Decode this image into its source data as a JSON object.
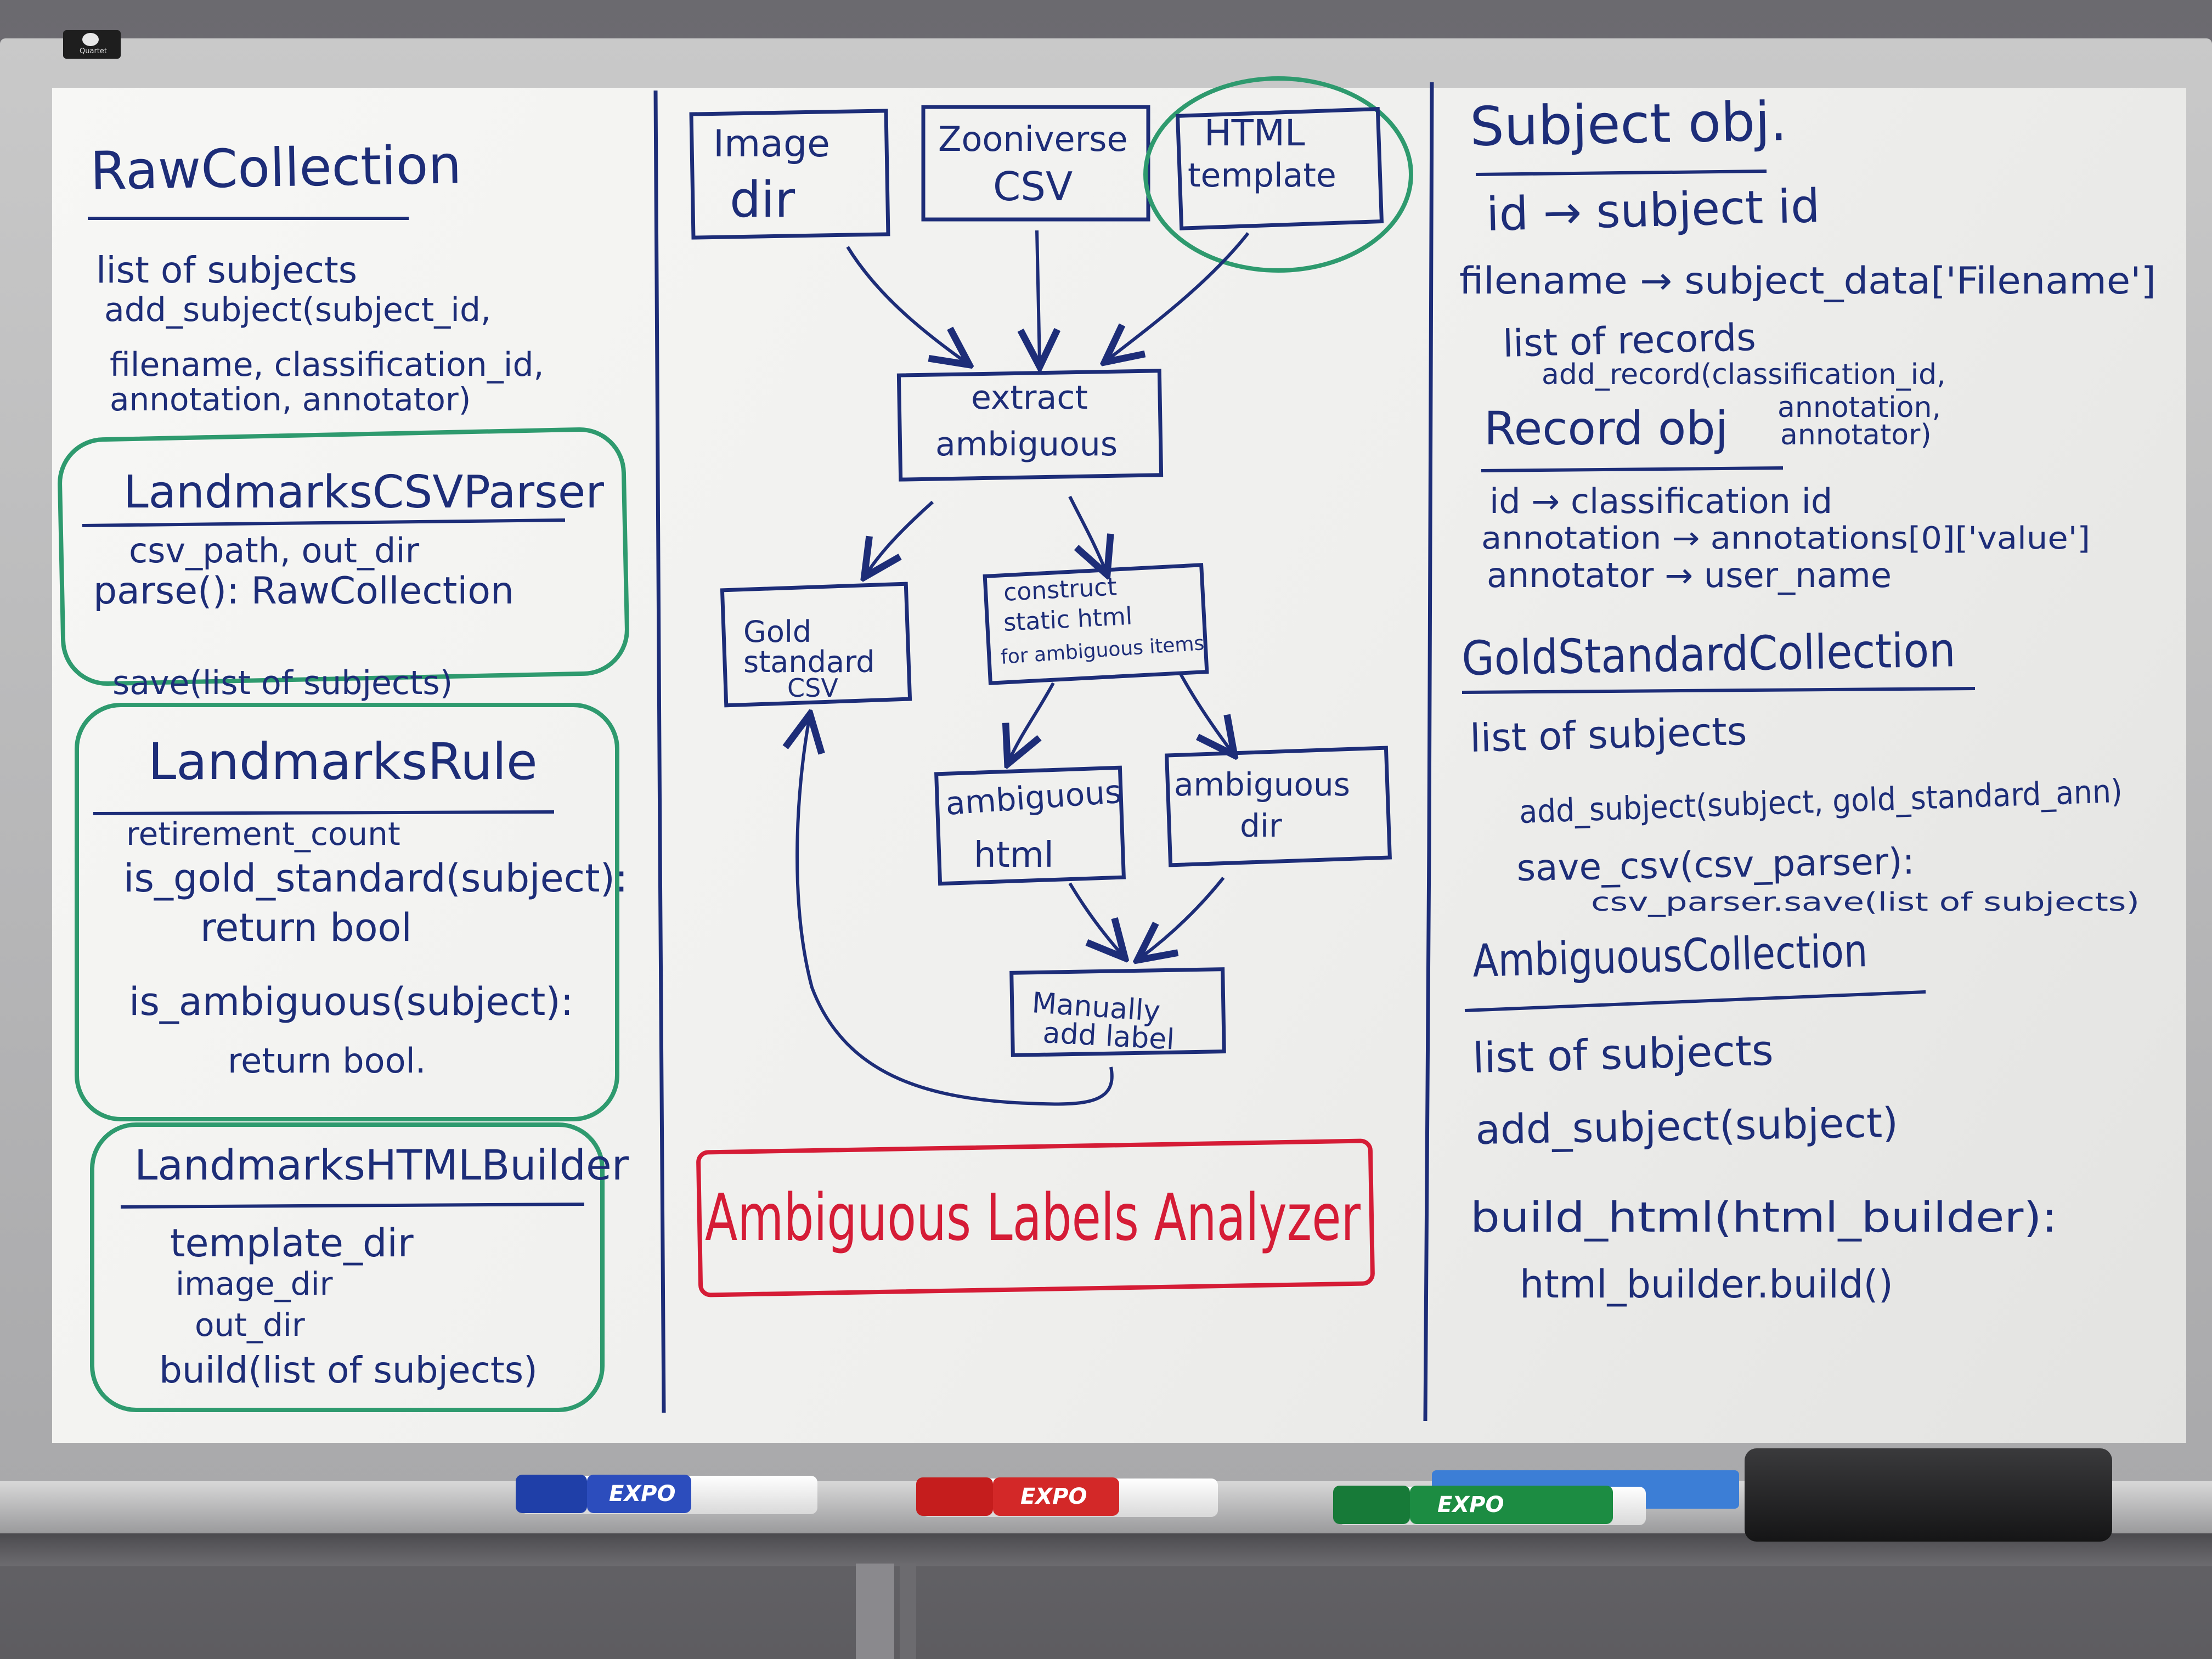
{
  "whiteboard": {
    "brand": "Quartet",
    "title": "Ambiguous Labels Analyzer",
    "left_column": {
      "raw_collection": {
        "heading": "RawCollection",
        "lines": [
          "list of subjects",
          "add_subject(subject_id,",
          "filename, classification_id,",
          "annotation, annotator)"
        ]
      },
      "csv_parser": {
        "heading": "LandmarksCSVParser",
        "lines": [
          "csv_path, out_dir",
          "parse(): RawCollection",
          "save(list of subjects)"
        ]
      },
      "rule": {
        "heading": "LandmarksRule",
        "lines": [
          "retirement_count",
          "is_gold_standard(subject):",
          "return  bool",
          "is_ambiguous(subject):",
          "return  bool."
        ]
      },
      "html_builder": {
        "heading": "LandmarksHTMLBuilder",
        "lines": [
          "template_dir",
          "image_dir",
          "out_dir",
          "build(list of subjects)"
        ]
      }
    },
    "flow": {
      "image_dir": [
        "Image",
        "dir"
      ],
      "zooniverse_csv": [
        "Zooniverse",
        "CSV"
      ],
      "html_template": [
        "HTML",
        "template"
      ],
      "extract_ambiguous": [
        "extract",
        "ambiguous"
      ],
      "gold_standard_csv": [
        "Gold",
        "standard",
        "CSV"
      ],
      "construct_html": [
        "construct",
        "static html",
        "for ambiguous items"
      ],
      "ambiguous_html": [
        "ambiguous",
        "html"
      ],
      "ambiguous_dir": [
        "ambiguous",
        "dir"
      ],
      "manually_add_label": [
        "Manually",
        "add label"
      ]
    },
    "right_column": {
      "subject_obj": {
        "heading": "Subject obj.",
        "lines": [
          "id → subject id",
          "filename → subject_data['Filename']",
          "list of records",
          "add_record(classification_id,",
          "annotation,",
          "annotator)"
        ]
      },
      "record_obj": {
        "heading": "Record obj",
        "lines": [
          "id → classification id",
          "annotation → annotations[0]['value']",
          "annotator → user_name"
        ]
      },
      "gold_standard_collection": {
        "heading": "GoldStandardCollection",
        "lines": [
          "list of subjects",
          "add_subject(subject, gold_standard_ann)",
          "save_csv(csv_parser):",
          "csv_parser.save(list of subjects)"
        ]
      },
      "ambiguous_collection": {
        "heading": "AmbiguousCollection",
        "lines": [
          "list of subjects",
          "add_subject(subject)",
          "build_html(html_builder):",
          "html_builder.build()"
        ]
      }
    },
    "markers": {
      "blue": "EXPO",
      "red": "EXPO",
      "green": "EXPO"
    },
    "colors": {
      "ink_blue": "#1d2d78",
      "ink_green": "#2e9a6e",
      "ink_red": "#d51c36",
      "board": "#f2f2f0"
    }
  }
}
